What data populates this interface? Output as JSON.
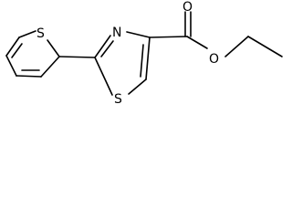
{
  "molecule": {
    "atoms": {
      "thiophene_s": "S",
      "thiazole_n": "N",
      "thiazole_s": "S",
      "carbonyl_o": "O",
      "ester_o": "O"
    }
  }
}
